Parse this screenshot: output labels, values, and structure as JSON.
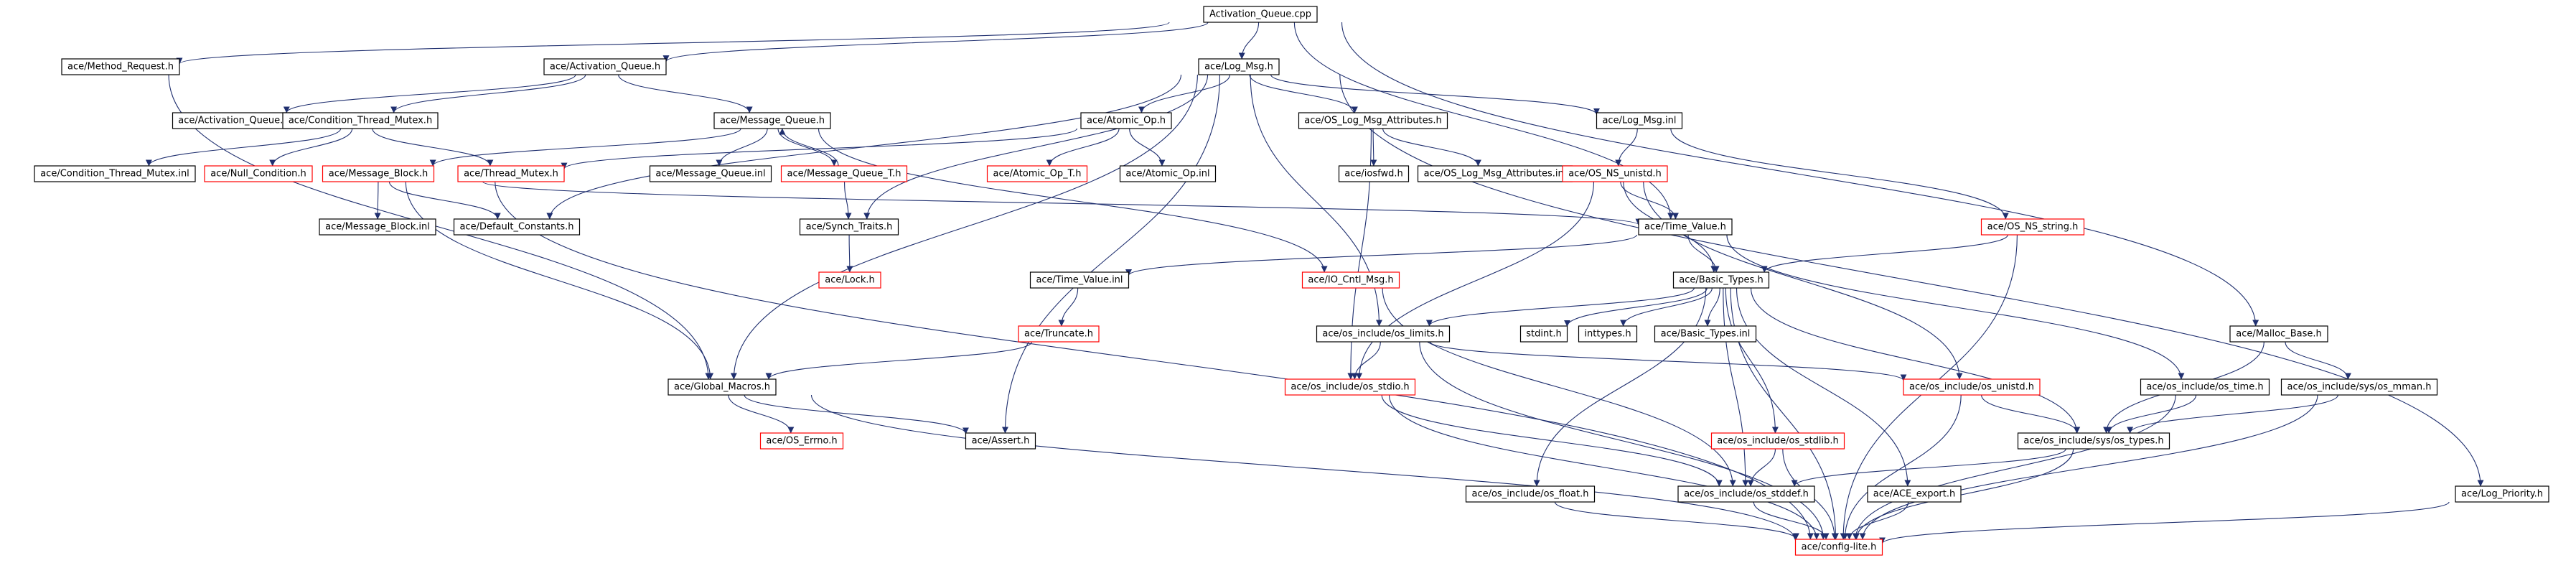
{
  "colors": {
    "root_fill": "#bfbfbf",
    "normal_border": "#000000",
    "missing_border": "#ff0000",
    "edge": "#1f2f6f",
    "background": "#ffffff"
  },
  "nodes": [
    {
      "id": "activation_queue_cpp",
      "label": "Activation_Queue.cpp",
      "kind": "root"
    },
    {
      "id": "method_request_h",
      "label": "ace/Method_Request.h",
      "kind": "normal"
    },
    {
      "id": "activation_queue_h",
      "label": "ace/Activation_Queue.h",
      "kind": "normal"
    },
    {
      "id": "log_msg_h",
      "label": "ace/Log_Msg.h",
      "kind": "normal"
    },
    {
      "id": "activation_queue_inl",
      "label": "ace/Activation_Queue.inl",
      "kind": "normal"
    },
    {
      "id": "condition_thread_mutex_h",
      "label": "ace/Condition_Thread_Mutex.h",
      "kind": "normal"
    },
    {
      "id": "message_queue_h",
      "label": "ace/Message_Queue.h",
      "kind": "normal"
    },
    {
      "id": "atomic_op_h",
      "label": "ace/Atomic_Op.h",
      "kind": "normal"
    },
    {
      "id": "os_log_msg_attributes_h",
      "label": "ace/OS_Log_Msg_Attributes.h",
      "kind": "normal"
    },
    {
      "id": "log_msg_inl",
      "label": "ace/Log_Msg.inl",
      "kind": "normal"
    },
    {
      "id": "condition_thread_mutex_inl",
      "label": "ace/Condition_Thread_Mutex.inl",
      "kind": "normal"
    },
    {
      "id": "null_condition_h",
      "label": "ace/Null_Condition.h",
      "kind": "missing"
    },
    {
      "id": "thread_mutex_h",
      "label": "ace/Thread_Mutex.h",
      "kind": "missing"
    },
    {
      "id": "message_block_h",
      "label": "ace/Message_Block.h",
      "kind": "missing"
    },
    {
      "id": "message_queue_inl",
      "label": "ace/Message_Queue.inl",
      "kind": "normal"
    },
    {
      "id": "message_queue_t_h",
      "label": "ace/Message_Queue_T.h",
      "kind": "missing"
    },
    {
      "id": "atomic_op_t_h",
      "label": "ace/Atomic_Op_T.h",
      "kind": "missing"
    },
    {
      "id": "atomic_op_inl",
      "label": "ace/Atomic_Op.inl",
      "kind": "normal"
    },
    {
      "id": "iosfwd_h",
      "label": "ace/iosfwd.h",
      "kind": "normal"
    },
    {
      "id": "os_log_msg_attributes_inl",
      "label": "ace/OS_Log_Msg_Attributes.inl",
      "kind": "normal"
    },
    {
      "id": "os_ns_unistd_h",
      "label": "ace/OS_NS_unistd.h",
      "kind": "missing"
    },
    {
      "id": "message_block_inl",
      "label": "ace/Message_Block.inl",
      "kind": "normal"
    },
    {
      "id": "default_constants_h",
      "label": "ace/Default_Constants.h",
      "kind": "normal"
    },
    {
      "id": "synch_traits_h",
      "label": "ace/Synch_Traits.h",
      "kind": "normal"
    },
    {
      "id": "time_value_h",
      "label": "ace/Time_Value.h",
      "kind": "normal"
    },
    {
      "id": "os_ns_string_h",
      "label": "ace/OS_NS_string.h",
      "kind": "missing"
    },
    {
      "id": "lock_h",
      "label": "ace/Lock.h",
      "kind": "missing"
    },
    {
      "id": "time_value_inl",
      "label": "ace/Time_Value.inl",
      "kind": "normal"
    },
    {
      "id": "io_cntl_msg_h",
      "label": "ace/IO_Cntl_Msg.h",
      "kind": "missing"
    },
    {
      "id": "basic_types_h",
      "label": "ace/Basic_Types.h",
      "kind": "normal"
    },
    {
      "id": "truncate_h",
      "label": "ace/Truncate.h",
      "kind": "missing"
    },
    {
      "id": "os_limits_h",
      "label": "ace/os_include/os_limits.h",
      "kind": "normal"
    },
    {
      "id": "stdint_h",
      "label": "stdint.h",
      "kind": "normal"
    },
    {
      "id": "inttypes_h",
      "label": "inttypes.h",
      "kind": "normal"
    },
    {
      "id": "basic_types_inl",
      "label": "ace/Basic_Types.inl",
      "kind": "normal"
    },
    {
      "id": "malloc_base_h",
      "label": "ace/Malloc_Base.h",
      "kind": "normal"
    },
    {
      "id": "global_macros_h",
      "label": "ace/Global_Macros.h",
      "kind": "normal"
    },
    {
      "id": "os_stdio_h",
      "label": "ace/os_include/os_stdio.h",
      "kind": "missing"
    },
    {
      "id": "os_unistd_h",
      "label": "ace/os_include/os_unistd.h",
      "kind": "missing"
    },
    {
      "id": "os_time_h",
      "label": "ace/os_include/os_time.h",
      "kind": "normal"
    },
    {
      "id": "os_mman_h",
      "label": "ace/os_include/sys/os_mman.h",
      "kind": "normal"
    },
    {
      "id": "os_errno_h",
      "label": "ace/OS_Errno.h",
      "kind": "missing"
    },
    {
      "id": "assert_h",
      "label": "ace/Assert.h",
      "kind": "normal"
    },
    {
      "id": "os_stdlib_h",
      "label": "ace/os_include/os_stdlib.h",
      "kind": "missing"
    },
    {
      "id": "os_types_h",
      "label": "ace/os_include/sys/os_types.h",
      "kind": "normal"
    },
    {
      "id": "os_float_h",
      "label": "ace/os_include/os_float.h",
      "kind": "normal"
    },
    {
      "id": "os_stddef_h",
      "label": "ace/os_include/os_stddef.h",
      "kind": "normal"
    },
    {
      "id": "ace_export_h",
      "label": "ace/ACE_export.h",
      "kind": "normal"
    },
    {
      "id": "log_priority_h",
      "label": "ace/Log_Priority.h",
      "kind": "normal"
    },
    {
      "id": "config_lite_h",
      "label": "ace/config-lite.h",
      "kind": "missing"
    }
  ],
  "edges": [
    [
      "activation_queue_cpp",
      "method_request_h"
    ],
    [
      "activation_queue_cpp",
      "activation_queue_h"
    ],
    [
      "activation_queue_cpp",
      "log_msg_h"
    ],
    [
      "activation_queue_cpp",
      "time_value_h"
    ],
    [
      "activation_queue_cpp",
      "malloc_base_h"
    ],
    [
      "method_request_h",
      "global_macros_h"
    ],
    [
      "activation_queue_h",
      "activation_queue_inl"
    ],
    [
      "activation_queue_h",
      "condition_thread_mutex_h"
    ],
    [
      "activation_queue_h",
      "message_queue_h"
    ],
    [
      "condition_thread_mutex_h",
      "condition_thread_mutex_inl"
    ],
    [
      "condition_thread_mutex_h",
      "null_condition_h"
    ],
    [
      "condition_thread_mutex_h",
      "thread_mutex_h"
    ],
    [
      "message_queue_h",
      "message_block_h"
    ],
    [
      "message_queue_h",
      "message_queue_inl"
    ],
    [
      "message_queue_h",
      "message_queue_t_h"
    ],
    [
      "message_queue_h",
      "io_cntl_msg_h"
    ],
    [
      "message_queue_t_h",
      "message_queue_h"
    ],
    [
      "message_queue_t_h",
      "synch_traits_h"
    ],
    [
      "synch_traits_h",
      "lock_h"
    ],
    [
      "message_block_h",
      "message_block_inl"
    ],
    [
      "message_block_h",
      "default_constants_h"
    ],
    [
      "message_block_h",
      "time_value_h"
    ],
    [
      "message_block_h",
      "global_macros_h"
    ],
    [
      "message_block_h",
      "config_lite_h"
    ],
    [
      "log_msg_h",
      "atomic_op_h"
    ],
    [
      "log_msg_h",
      "os_log_msg_attributes_h"
    ],
    [
      "log_msg_h",
      "log_msg_inl"
    ],
    [
      "log_msg_h",
      "default_constants_h"
    ],
    [
      "log_msg_h",
      "synch_traits_h"
    ],
    [
      "log_msg_h",
      "global_macros_h"
    ],
    [
      "log_msg_h",
      "os_limits_h"
    ],
    [
      "log_msg_h",
      "assert_h"
    ],
    [
      "log_msg_h",
      "log_priority_h"
    ],
    [
      "atomic_op_h",
      "thread_mutex_h"
    ],
    [
      "atomic_op_h",
      "atomic_op_t_h"
    ],
    [
      "atomic_op_h",
      "atomic_op_inl"
    ],
    [
      "os_log_msg_attributes_h",
      "iosfwd_h"
    ],
    [
      "os_log_msg_attributes_h",
      "os_log_msg_attributes_inl"
    ],
    [
      "os_log_msg_attributes_h",
      "os_stdio_h"
    ],
    [
      "log_msg_inl",
      "os_ns_unistd_h"
    ],
    [
      "log_msg_inl",
      "os_ns_string_h"
    ],
    [
      "os_ns_unistd_h",
      "time_value_h"
    ],
    [
      "os_ns_unistd_h",
      "basic_types_h"
    ],
    [
      "os_ns_unistd_h",
      "os_stdio_h"
    ],
    [
      "os_ns_unistd_h",
      "os_unistd_h"
    ],
    [
      "os_ns_string_h",
      "basic_types_h"
    ],
    [
      "os_ns_string_h",
      "config_lite_h"
    ],
    [
      "time_value_h",
      "time_value_inl"
    ],
    [
      "time_value_h",
      "basic_types_h"
    ],
    [
      "time_value_h",
      "os_time_h"
    ],
    [
      "time_value_inl",
      "truncate_h"
    ],
    [
      "truncate_h",
      "global_macros_h"
    ],
    [
      "io_cntl_msg_h",
      "os_stddef_h"
    ],
    [
      "basic_types_h",
      "os_limits_h"
    ],
    [
      "basic_types_h",
      "stdint_h"
    ],
    [
      "basic_types_h",
      "inttypes_h"
    ],
    [
      "basic_types_h",
      "basic_types_inl"
    ],
    [
      "basic_types_h",
      "os_float_h"
    ],
    [
      "basic_types_h",
      "os_stdlib_h"
    ],
    [
      "basic_types_h",
      "os_stddef_h"
    ],
    [
      "basic_types_h",
      "ace_export_h"
    ],
    [
      "basic_types_h",
      "os_types_h"
    ],
    [
      "basic_types_h",
      "config_lite_h"
    ],
    [
      "os_limits_h",
      "os_stdio_h"
    ],
    [
      "os_limits_h",
      "os_unistd_h"
    ],
    [
      "os_limits_h",
      "config_lite_h"
    ],
    [
      "os_stdio_h",
      "os_stddef_h"
    ],
    [
      "os_stdio_h",
      "config_lite_h"
    ],
    [
      "os_unistd_h",
      "os_types_h"
    ],
    [
      "os_unistd_h",
      "config_lite_h"
    ],
    [
      "global_macros_h",
      "os_errno_h"
    ],
    [
      "global_macros_h",
      "assert_h"
    ],
    [
      "global_macros_h",
      "config_lite_h"
    ],
    [
      "malloc_base_h",
      "os_types_h"
    ],
    [
      "malloc_base_h",
      "os_mman_h"
    ],
    [
      "os_mman_h",
      "os_types_h"
    ],
    [
      "os_mman_h",
      "config_lite_h"
    ],
    [
      "os_time_h",
      "os_types_h"
    ],
    [
      "os_time_h",
      "config_lite_h"
    ],
    [
      "os_stdlib_h",
      "os_stddef_h"
    ],
    [
      "os_stdlib_h",
      "config_lite_h"
    ],
    [
      "os_types_h",
      "os_stddef_h"
    ],
    [
      "os_types_h",
      "config_lite_h"
    ],
    [
      "os_float_h",
      "config_lite_h"
    ],
    [
      "os_stddef_h",
      "config_lite_h"
    ],
    [
      "ace_export_h",
      "config_lite_h"
    ],
    [
      "log_priority_h",
      "config_lite_h"
    ]
  ]
}
